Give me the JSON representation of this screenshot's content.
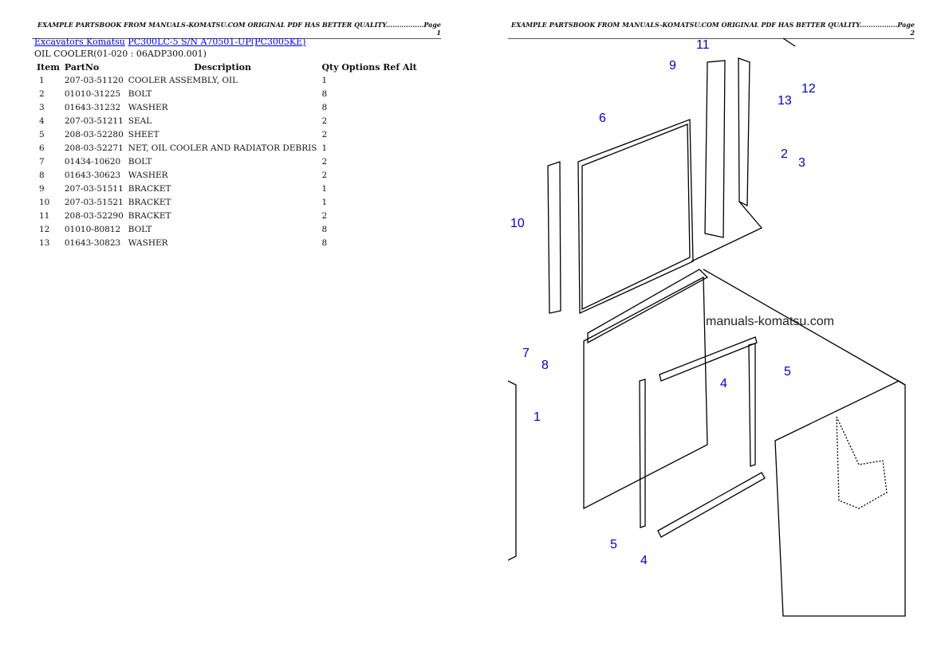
{
  "page1": {
    "header": "EXAMPLE PARTSBOOK FROM MANUALS-KOMATSU.COM ORIGINAL PDF HAS BETTER QUALITY.................Page 1",
    "breadcrumb": {
      "link1": "Excavators Komatsu",
      "link2": "PC300LC-5 S/N A70501-UP(PC3005KE)"
    },
    "section_title": "OIL COOLER(01-020 : 06ADP300.001)",
    "table": {
      "headers": [
        "Item",
        "PartNo",
        "Description",
        "Qty Options Ref Alt"
      ],
      "rows": [
        [
          "1",
          "207-03-51120",
          "COOLER ASSEMBLY, OIL",
          "1"
        ],
        [
          "2",
          "01010-31225",
          "BOLT",
          "8"
        ],
        [
          "3",
          "01643-31232",
          "WASHER",
          "8"
        ],
        [
          "4",
          "207-03-51211",
          "SEAL",
          "2"
        ],
        [
          "5",
          "208-03-52280",
          "SHEET",
          "2"
        ],
        [
          "6",
          "208-03-52271",
          "NET, OIL COOLER AND RADIATOR DEBRIS",
          "1"
        ],
        [
          "7",
          "01434-10620",
          "BOLT",
          "2"
        ],
        [
          "8",
          "01643-30623",
          "WASHER",
          "2"
        ],
        [
          "9",
          "207-03-51511",
          "BRACKET",
          "1"
        ],
        [
          "10",
          "207-03-51521",
          "BRACKET",
          "1"
        ],
        [
          "11",
          "208-03-52290",
          "BRACKET",
          "2"
        ],
        [
          "12",
          "01010-80812",
          "BOLT",
          "8"
        ],
        [
          "13",
          "01643-30823",
          "WASHER",
          "8"
        ]
      ]
    }
  },
  "page2": {
    "header": "EXAMPLE PARTSBOOK FROM MANUALS-KOMATSU.COM ORIGINAL PDF HAS BETTER QUALITY.................Page 2",
    "watermark": "manuals-komatsu.com",
    "callouts": [
      "11",
      "9",
      "12",
      "13",
      "6",
      "2",
      "3",
      "10",
      "7",
      "8",
      "4",
      "5",
      "1",
      "5",
      "4"
    ],
    "callout_color": "#0000cc"
  }
}
